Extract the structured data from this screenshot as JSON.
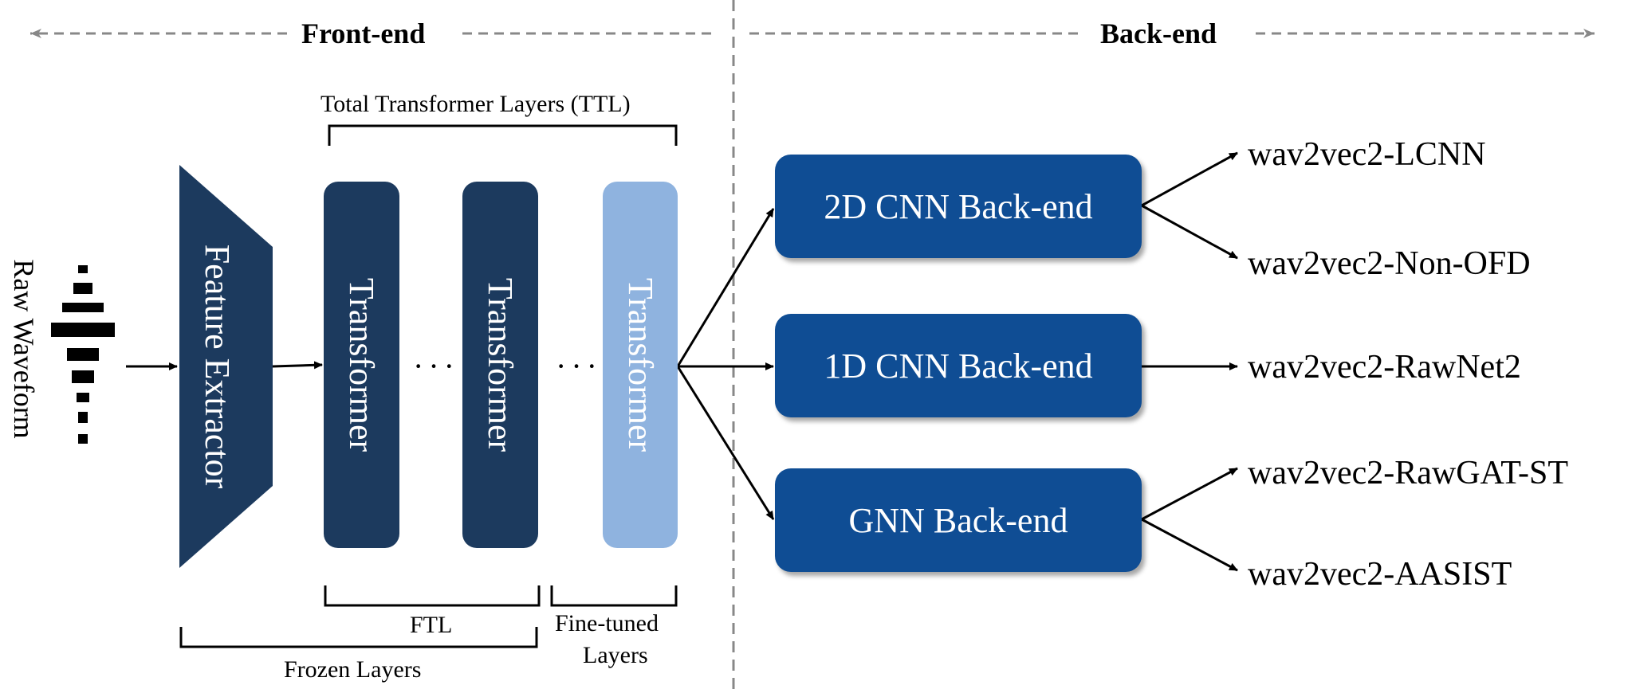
{
  "sections": {
    "front_end": "Front-end",
    "back_end": "Back-end"
  },
  "input": {
    "label": "Raw Waveform"
  },
  "front_end": {
    "feature_extractor": "Feature Extractor",
    "transformer_label": "Transformer",
    "ellipsis": "···",
    "ttl_label": "Total Transformer Layers (TTL)",
    "ftl_label": "FTL",
    "frozen_label": "Frozen Layers",
    "fine_tuned_label_line1": "Fine-tuned",
    "fine_tuned_label_line2": "Layers"
  },
  "back_end": {
    "blocks": [
      {
        "label": "2D CNN Back-end"
      },
      {
        "label": "1D CNN Back-end"
      },
      {
        "label": "GNN Back-end"
      }
    ],
    "models": [
      "wav2vec2-LCNN",
      "wav2vec2-Non-OFD",
      "wav2vec2-RawNet2",
      "wav2vec2-RawGAT-ST",
      "wav2vec2-AASIST"
    ]
  },
  "colors": {
    "dark_block": "#1c3a5e",
    "light_block": "#8fb3df",
    "backend_block": "#0f4d94",
    "divider": "#888888"
  }
}
